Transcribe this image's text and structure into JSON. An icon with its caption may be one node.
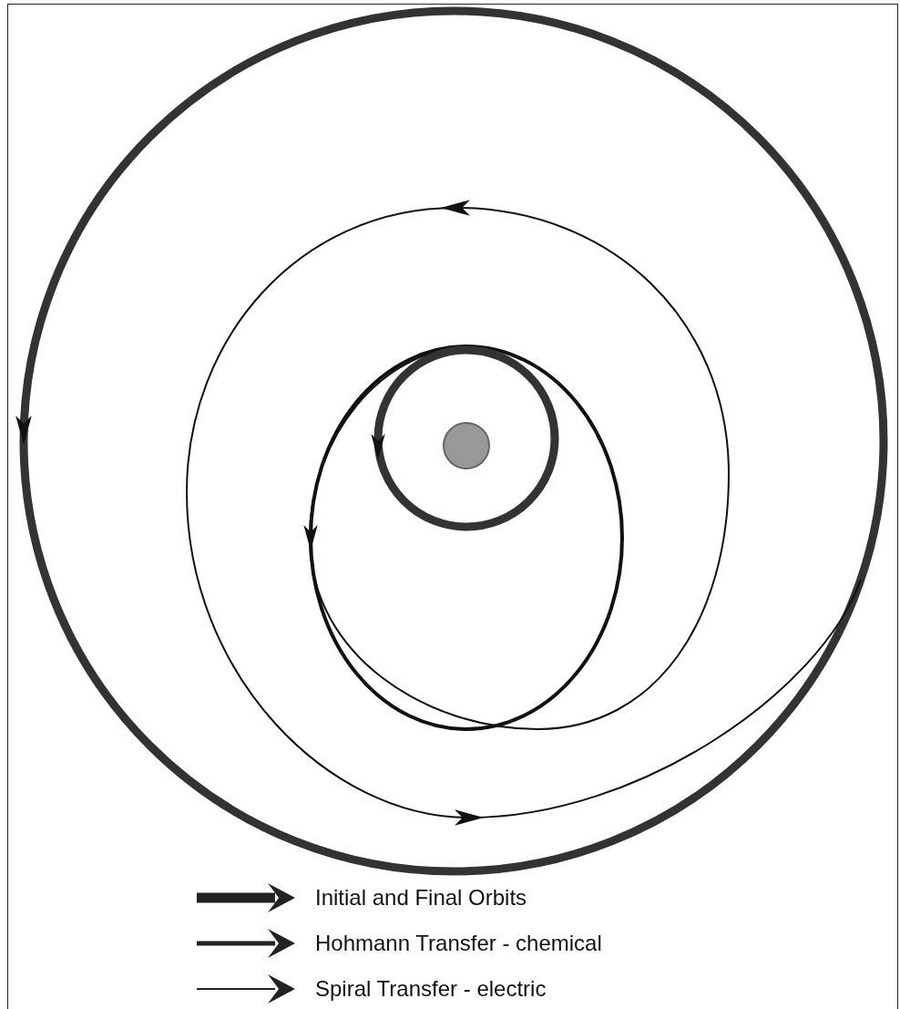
{
  "diagram": {
    "legend": [
      {
        "text": "Initial and Final Orbits"
      },
      {
        "text": "Hohmann Transfer - chemical"
      },
      {
        "text": "Spiral Transfer - electric"
      }
    ]
  }
}
